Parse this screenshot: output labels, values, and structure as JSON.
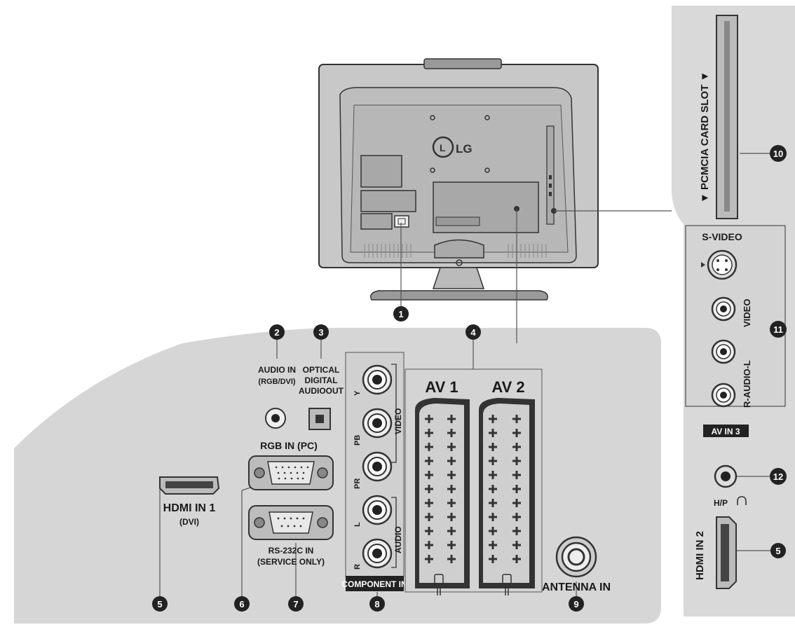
{
  "brand": {
    "logo_text": "LG"
  },
  "colors": {
    "panel": "#d6d6d6",
    "side_panel": "#d9d9d9",
    "dark": "#2a2a2a",
    "tv_body": "#c4c4c4"
  },
  "callouts": [
    "1",
    "2",
    "3",
    "4",
    "5",
    "5",
    "6",
    "7",
    "8",
    "9",
    "10",
    "11",
    "12"
  ],
  "labels": {
    "audio_in": "AUDIO IN",
    "audio_in_sub": "(RGB/DVI)",
    "optical_1": "OPTICAL",
    "optical_2": "DIGITAL",
    "optical_3": "AUDIOOUT",
    "rgb_in": "RGB IN (PC)",
    "hdmi1": "HDMI IN 1",
    "hdmi1_sub": "(DVI)",
    "rs232": "RS-232C IN",
    "rs232_sub": "(SERVICE ONLY)",
    "component_in": "COMPONENT  IN",
    "comp_y": "Y",
    "comp_pb": "PB",
    "comp_pr": "PR",
    "comp_l": "L",
    "comp_r": "R",
    "video_bracket": "VIDEO",
    "audio_bracket": "AUDIO",
    "av1": "AV 1",
    "av2": "AV 2",
    "antenna_in": "ANTENNA IN",
    "pcmcia": "▼ PCMCIA CARD SLOT ▼",
    "s_video": "S-VIDEO",
    "side_video": "VIDEO",
    "side_audio": "R-AUDIO-L",
    "av_in3": "AV IN 3",
    "hp": "H/P",
    "hdmi2": "HDMI IN 2"
  }
}
